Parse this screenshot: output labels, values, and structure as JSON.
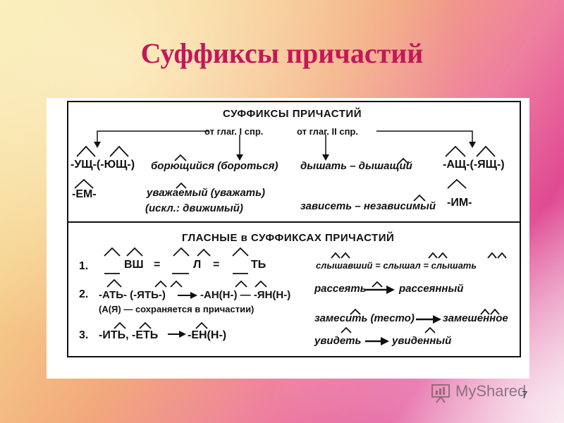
{
  "slide": {
    "title": "Суффиксы причастий",
    "page_number": "7",
    "logo_text": "MyShared"
  },
  "table": {
    "section1": {
      "header": "СУФФИКСЫ  ПРИЧАСТИЙ",
      "conj1_label": "от глаг. I спр.",
      "conj2_label": "от глаг. II спр.",
      "suffix_ush": "-УЩ-(-ЮЩ-)",
      "example_bor": "борющийся (бороться)",
      "example_dysh": "дышать – дышащий",
      "suffix_ash": "-АЩ-(-ЯЩ-)",
      "suffix_em": "-ЕМ-",
      "example_uvazh": "уважаемый (уважать)",
      "example_iskl": "(искл.: движимый)",
      "example_zavis": "зависеть – независимый",
      "suffix_im": "-ИМ-"
    },
    "section2": {
      "header": "ГЛАСНЫЕ в СУФФИКСАХ ПРИЧАСТИЙ",
      "rule1": {
        "num": "1.",
        "vsh": "ВШ",
        "eq1": "=",
        "l": "Л",
        "eq2": "=",
        "t": "ТЬ",
        "example": "слышавший = слышал = слышать"
      },
      "rule2": {
        "num": "2.",
        "suffix_from": "-АТЬ- (-ЯТЬ-)",
        "suffix_to": "-АН(Н-) — -ЯН(Н-)",
        "note": "(А(Я) — сохраняется в причастии)",
        "ex_from": "рассеять",
        "ex_to": "рассеянный",
        "ex2_from": "замесить (тесто)",
        "ex2_to": "замешенное"
      },
      "rule3": {
        "num": "3.",
        "suffix_from": "-ИТЬ, -ЕТЬ",
        "suffix_to": "-ЕН(Н-)",
        "ex_from": "увидеть",
        "ex_to": "увиденный"
      }
    }
  }
}
